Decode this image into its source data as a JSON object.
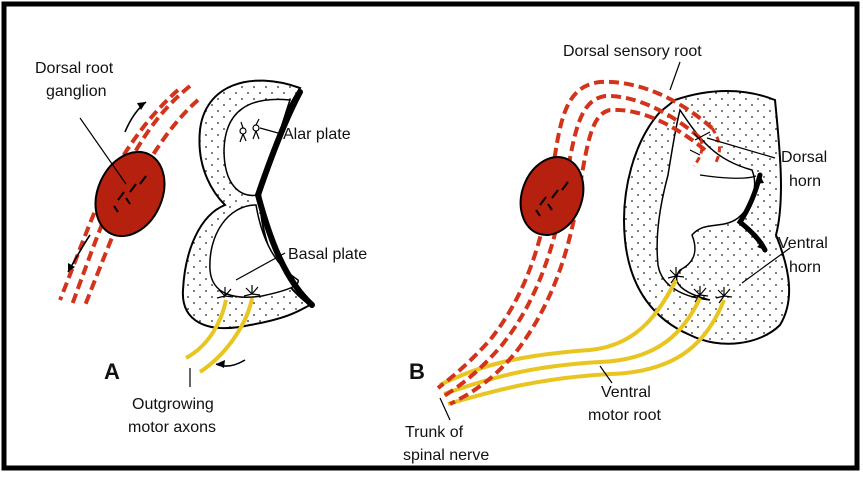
{
  "panel_a": {
    "letter": "A",
    "dorsal_root_ganglion": [
      "Dorsal root",
      "ganglion"
    ],
    "alar_plate": "Alar plate",
    "basal_plate": "Basal plate",
    "outgrowing_motor_axons": [
      "Outgrowing",
      "motor axons"
    ]
  },
  "panel_b": {
    "letter": "B",
    "dorsal_sensory_root": "Dorsal sensory root",
    "dorsal_horn": [
      "Dorsal",
      "horn"
    ],
    "ventral_horn": [
      "Ventral",
      "horn"
    ],
    "ventral_motor_root": [
      "Ventral",
      "motor root"
    ],
    "trunk_of_spinal_nerve": [
      "Trunk of",
      "spinal nerve"
    ]
  },
  "colors": {
    "ganglion_fill": "#b5200f",
    "sensory_fiber": "#d2331a",
    "motor_fiber": "#f2d230",
    "border": "#000000"
  }
}
